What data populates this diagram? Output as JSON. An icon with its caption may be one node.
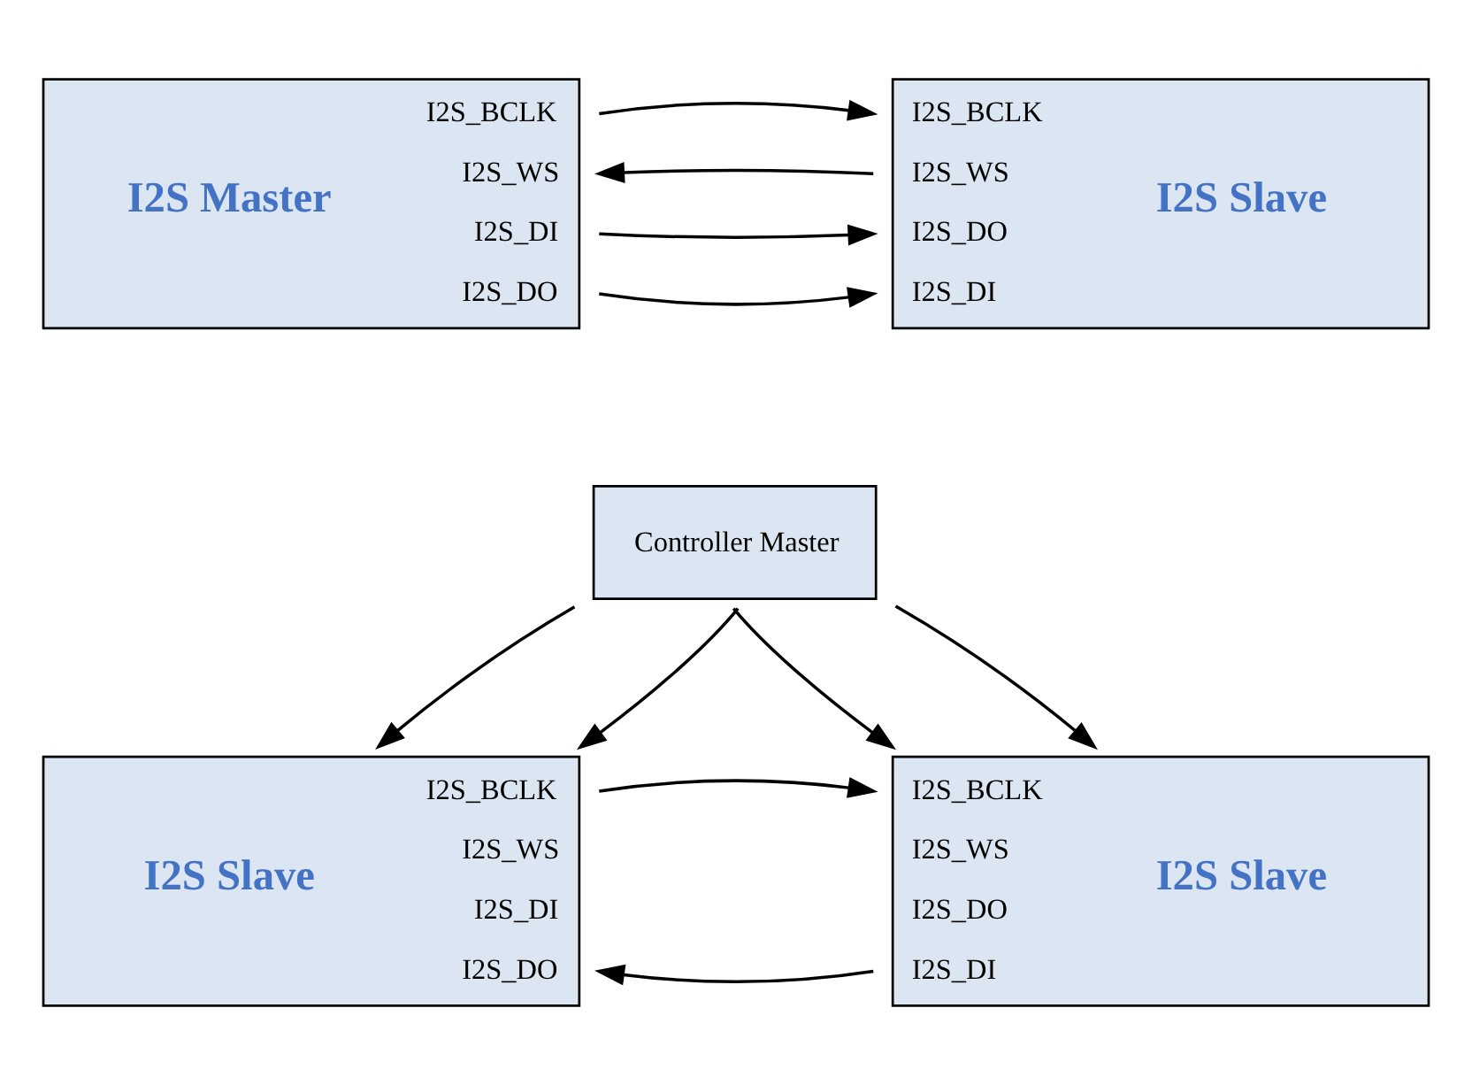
{
  "diagram": {
    "nodes": [
      {
        "text": [
          "I2S Master",
          "I2S_BCLK",
          "I2S_WS",
          "I2S_DI",
          "I2S_DO"
        ]
      },
      {
        "text": [
          "I2S Slave",
          "I2S_BCLK",
          "I2S_WS",
          "I2S_DO",
          "I2S_DI"
        ]
      },
      {
        "text": [
          "Controller Master"
        ]
      },
      {
        "text": [
          "I2S Slave",
          "I2S_BCLK",
          "I2S_WS",
          "I2S_DI",
          "I2S_DO"
        ]
      },
      {
        "text": [
          "I2S Slave",
          "I2S_BCLK",
          "I2S_WS",
          "I2S_DO",
          "I2S_DI"
        ]
      }
    ],
    "edges": [
      {
        "from": 0,
        "to": 1,
        "arrow": "to"
      },
      {
        "from": 0,
        "to": 1,
        "arrow": "to"
      },
      {
        "from": 1,
        "to": 0,
        "arrow": "to"
      },
      {
        "from": 0,
        "to": 1,
        "arrow": "to"
      },
      {
        "from": 2,
        "to": 3,
        "arrow": "to"
      },
      {
        "from": 2,
        "to": 4,
        "arrow": "to"
      },
      {
        "from": 2,
        "to": 3,
        "arrow": "to"
      },
      {
        "from": 2,
        "to": 4,
        "arrow": "to"
      },
      {
        "from": 4,
        "to": 3,
        "arrow": "to"
      },
      {
        "from": 3,
        "to": 4,
        "arrow": "to"
      }
    ]
  }
}
